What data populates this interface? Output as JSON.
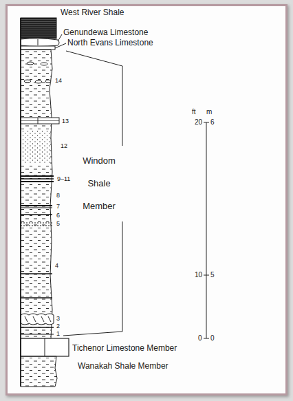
{
  "diagram": {
    "labels": [
      "West River Shale",
      "Genundewa Limestone",
      "North Evans Limestone",
      "14",
      "13",
      "12",
      "9–11",
      "8",
      "7",
      "6",
      "5",
      "4",
      "3",
      "2",
      "1",
      "Windom Shale Member",
      "ft",
      "m",
      "20",
      "6",
      "10",
      "5",
      "0",
      "0",
      "Tichenor Limestone Member",
      "Wanakah Shale Member"
    ]
  }
}
